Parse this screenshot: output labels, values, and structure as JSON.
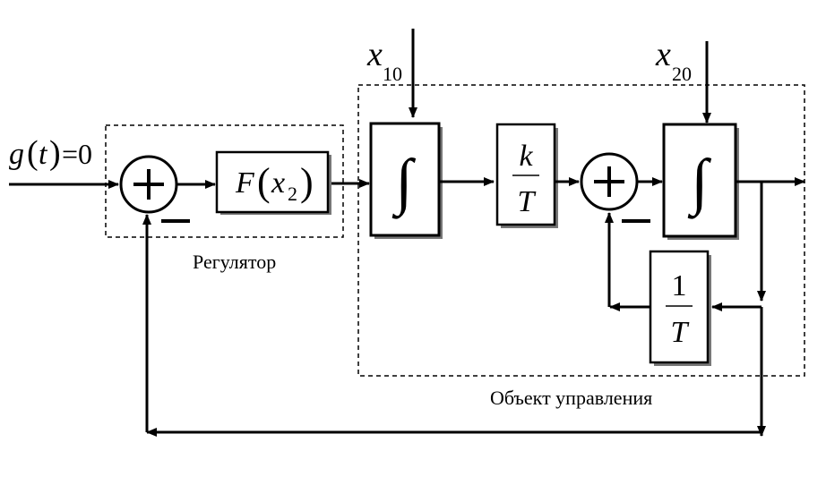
{
  "input": {
    "g": "g",
    "paren_open": "(",
    "t": "t",
    "paren_close": ")",
    "equals_zero": "=0"
  },
  "disturbance_1": {
    "x": "x",
    "sub": "10"
  },
  "disturbance_2": {
    "x": "x",
    "sub": "20"
  },
  "regulator": {
    "label": "Регулятор",
    "function_block": {
      "F": "F",
      "paren_open": "(",
      "x": "x",
      "sub": "2",
      "paren_close": ")"
    }
  },
  "plant": {
    "label": "Объект управления",
    "integrator_1": "∫",
    "gain_block": {
      "num": "k",
      "den": "T"
    },
    "integrator_2": "∫",
    "feedback_block": {
      "num": "1",
      "den": "T"
    }
  },
  "sum_sign_plus": "+",
  "sum_sign_minus": "−",
  "colors": {
    "stroke": "#000000",
    "shadow": "#666666",
    "background": "#ffffff"
  }
}
